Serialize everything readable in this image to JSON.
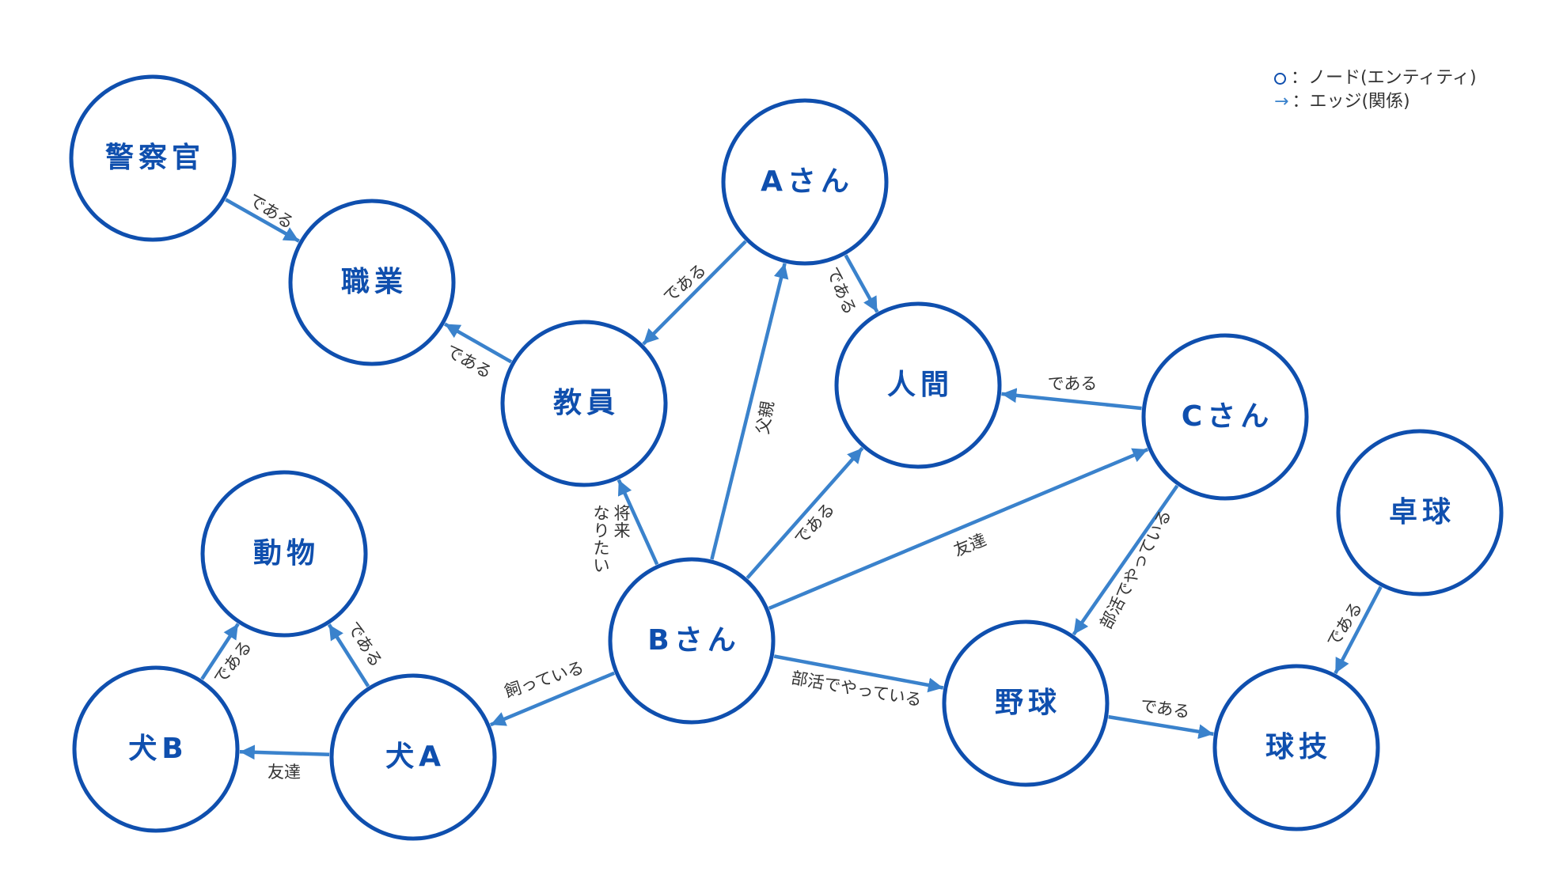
{
  "legend": {
    "node_text": "：ノード(エンティティ)",
    "edge_symbol": "→",
    "edge_text": "：エッジ(関係)"
  },
  "colors": {
    "node": "#0f4fae",
    "edge": "#3a82cc",
    "label": "#333333"
  },
  "nodes": [
    {
      "id": "keisatsukan",
      "label": "警察官"
    },
    {
      "id": "shokugyo",
      "label": "職業"
    },
    {
      "id": "kyoin",
      "label": "教員"
    },
    {
      "id": "a",
      "label": "Aさん"
    },
    {
      "id": "ningen",
      "label": "人間"
    },
    {
      "id": "c",
      "label": "Cさん"
    },
    {
      "id": "takkyu",
      "label": "卓球"
    },
    {
      "id": "dobutsu",
      "label": "動物"
    },
    {
      "id": "b",
      "label": "Bさん"
    },
    {
      "id": "yakyu",
      "label": "野球"
    },
    {
      "id": "kyugi",
      "label": "球技"
    },
    {
      "id": "inu_b",
      "label": "犬B"
    },
    {
      "id": "inu_a",
      "label": "犬A"
    }
  ],
  "edges": [
    {
      "from": "keisatsukan",
      "to": "shokugyo",
      "label": "である"
    },
    {
      "from": "kyoin",
      "to": "shokugyo",
      "label": "である"
    },
    {
      "from": "a",
      "to": "kyoin",
      "label": "である"
    },
    {
      "from": "a",
      "to": "ningen",
      "label": "である"
    },
    {
      "from": "b",
      "to": "a",
      "label": "父親"
    },
    {
      "from": "b",
      "to": "kyoin",
      "label": "将来なりたい"
    },
    {
      "from": "b",
      "to": "ningen",
      "label": "である"
    },
    {
      "from": "b",
      "to": "c",
      "label": "友達"
    },
    {
      "from": "c",
      "to": "ningen",
      "label": "である"
    },
    {
      "from": "c",
      "to": "yakyu",
      "label": "部活でやっている"
    },
    {
      "from": "b",
      "to": "yakyu",
      "label": "部活でやっている"
    },
    {
      "from": "b",
      "to": "inu_a",
      "label": "飼っている"
    },
    {
      "from": "yakyu",
      "to": "kyugi",
      "label": "である"
    },
    {
      "from": "takkyu",
      "to": "kyugi",
      "label": "である"
    },
    {
      "from": "inu_a",
      "to": "inu_b",
      "label": "友達"
    },
    {
      "from": "inu_a",
      "to": "dobutsu",
      "label": "である"
    },
    {
      "from": "inu_b",
      "to": "dobutsu",
      "label": "である"
    }
  ]
}
